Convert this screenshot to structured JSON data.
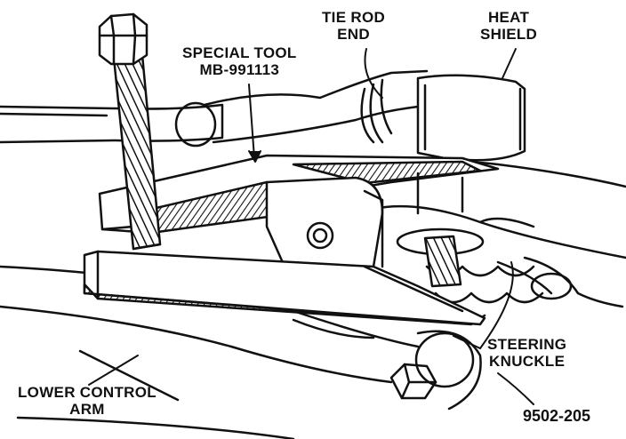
{
  "labels": {
    "special_tool": [
      "SPECIAL TOOL",
      "MB-991113"
    ],
    "tie_rod_end": [
      "TIE ROD",
      "END"
    ],
    "heat_shield": [
      "HEAT",
      "SHIELD"
    ],
    "steering_knuckle": [
      "STEERING",
      "KNUCKLE"
    ],
    "lower_control_arm": [
      "LOWER CONTROL",
      "ARM"
    ]
  },
  "figure_number": "9502-205",
  "colors": {
    "ink": "#111111",
    "paper": "#ffffff",
    "shade": "#444444"
  }
}
